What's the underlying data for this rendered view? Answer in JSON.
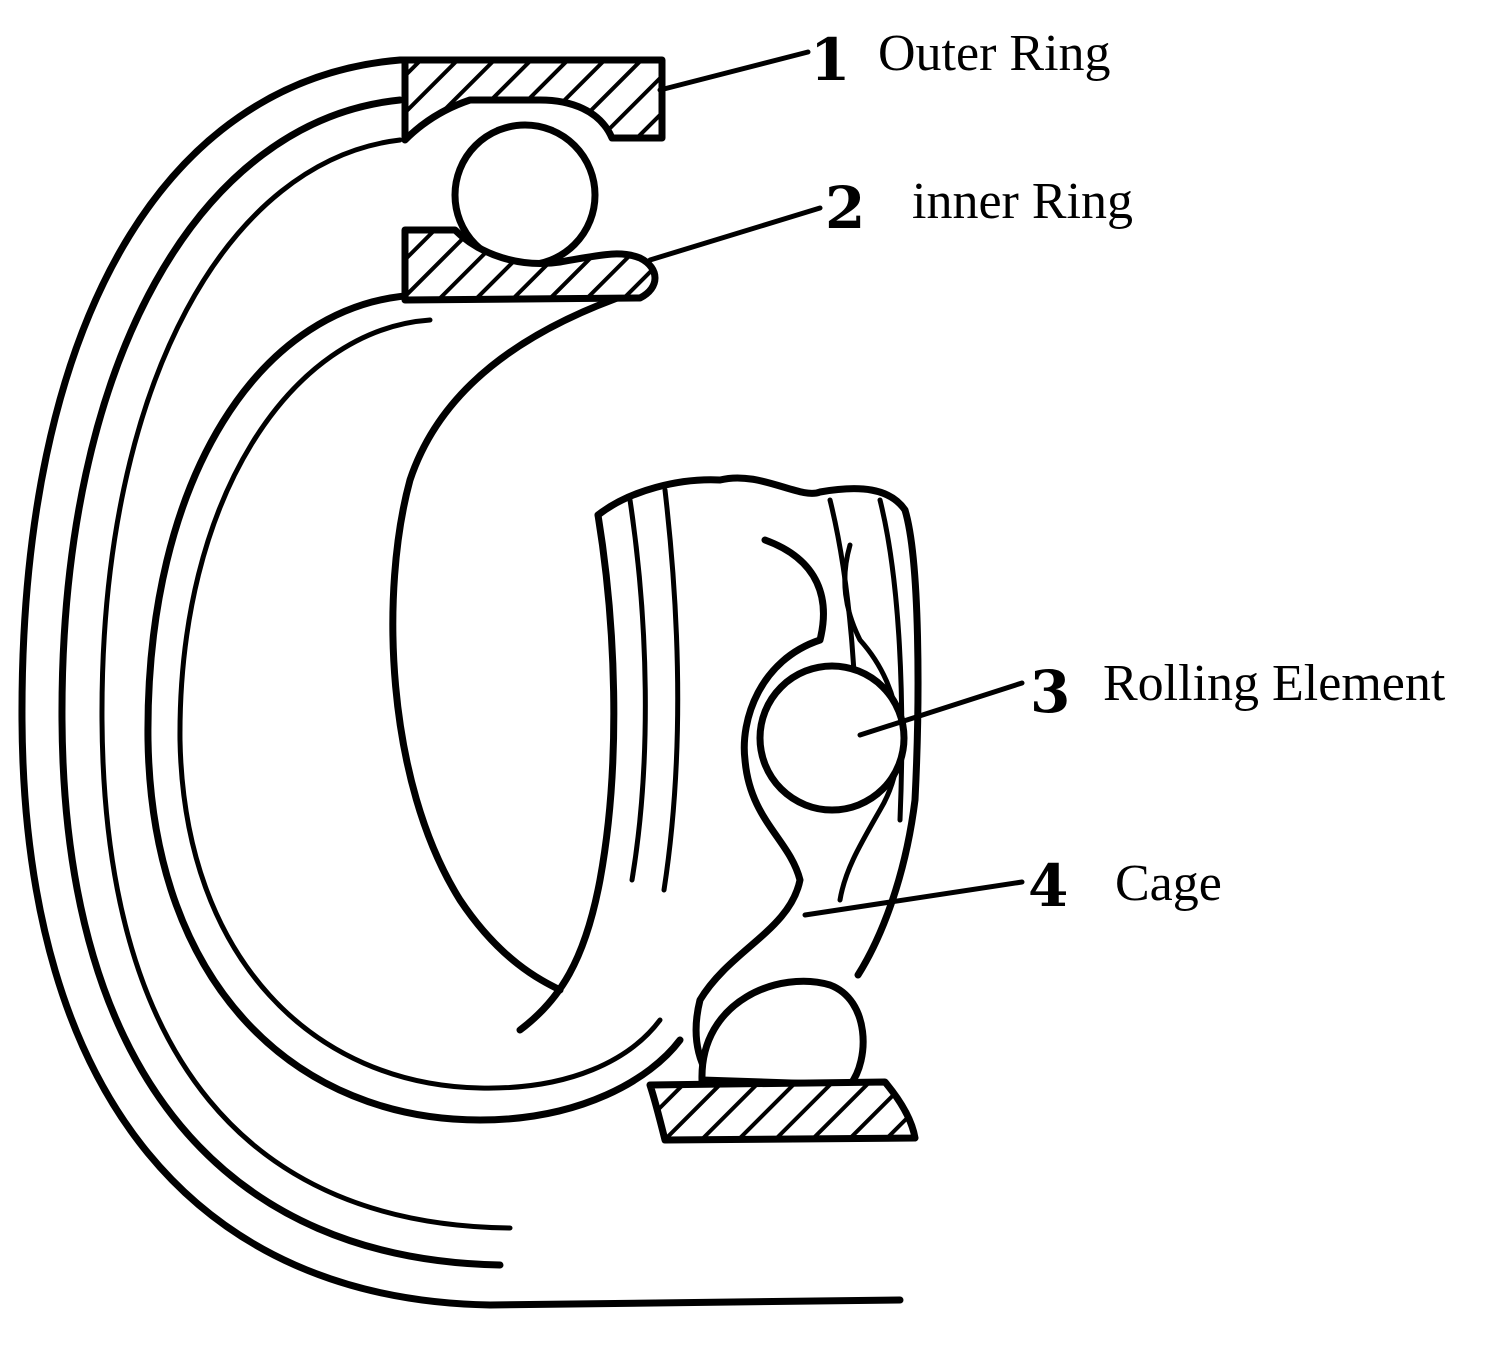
{
  "callouts": [
    {
      "number": "1",
      "label": "Outer Ring"
    },
    {
      "number": "2",
      "label": "inner Ring"
    },
    {
      "number": "3",
      "label": "Rolling Element"
    },
    {
      "number": "4",
      "label": "Cage"
    }
  ]
}
